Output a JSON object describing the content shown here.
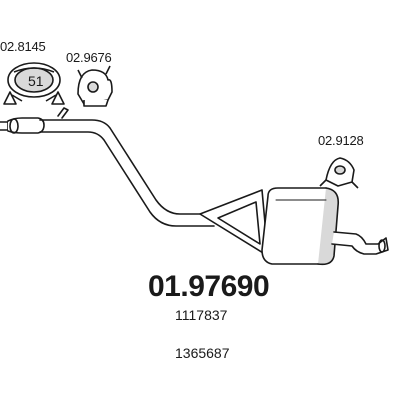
{
  "diagram": {
    "parts": [
      {
        "part_number": "02.8145",
        "badge": "51",
        "depicts": "clamp-icon"
      },
      {
        "part_number": "02.9676",
        "depicts": "rubber-hanger-icon"
      },
      {
        "part_number": "02.9128",
        "depicts": "rubber-mount-icon"
      }
    ],
    "main_part_number": "01.97690",
    "oe_numbers": [
      "1117837",
      "1365687"
    ],
    "colors": {
      "line": "#1a1a1a",
      "shade": "#d9d9d9",
      "paper": "#ffffff"
    }
  }
}
